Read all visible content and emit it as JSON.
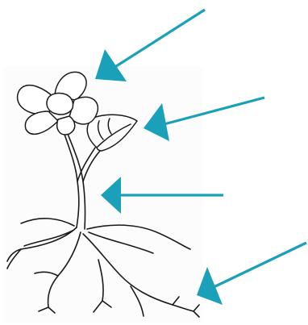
{
  "diagram": {
    "subject": "plant-parts",
    "colors": {
      "arrow": "#1aa0b8",
      "ink": "#1a1a1a",
      "background": "#ffffff"
    },
    "arrows": [
      {
        "id": "flower",
        "target": "flower"
      },
      {
        "id": "leaf",
        "target": "leaf"
      },
      {
        "id": "stem",
        "target": "stem"
      },
      {
        "id": "root",
        "target": "roots"
      }
    ]
  }
}
